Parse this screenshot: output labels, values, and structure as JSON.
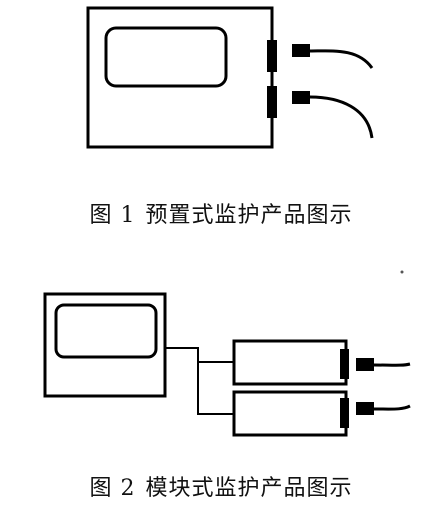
{
  "figures": [
    {
      "caption_prefix": "图 1",
      "caption_text": "预置式监护产品图示"
    },
    {
      "caption_prefix": "图 2",
      "caption_text": "模块式监护产品图示"
    }
  ],
  "colors": {
    "stroke": "#000000",
    "fill": "#ffffff",
    "caption": "#111111"
  }
}
